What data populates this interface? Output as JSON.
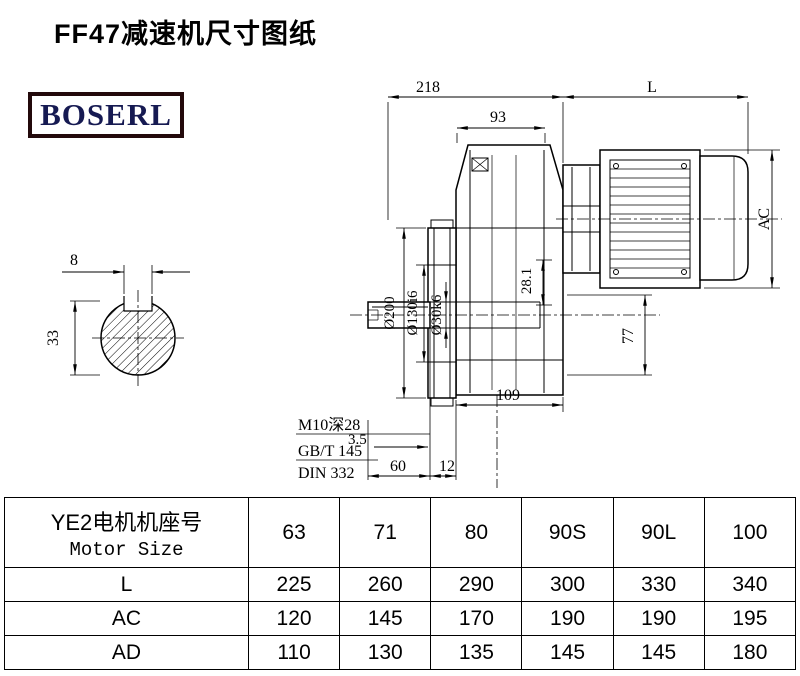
{
  "page": {
    "title": "FF47减速机尺寸图纸"
  },
  "logo": {
    "text": "BOSERL",
    "text_color": "#161a52",
    "border_color": "#23090b"
  },
  "drawing": {
    "dims": {
      "width_218": "218",
      "motor_length": "L",
      "width_93": "93",
      "motor_height": "AC",
      "key_width": "8",
      "shaft_across": "33",
      "flange_od": "Ø200",
      "spigot_dia": "Ø130i6",
      "shaft_dia": "Ø30k6",
      "dim_28_1": "28.1",
      "dim_77": "77",
      "dim_109": "109",
      "dim_3_5": "3.5",
      "dim_60": "60",
      "dim_12": "12"
    },
    "callouts": {
      "tap": "M10深28",
      "std1": "GB/T 145",
      "std2": "DIN 332"
    }
  },
  "table": {
    "header_label_cn": "YE2电机机座号",
    "header_label_en": "Motor Size",
    "sizes": [
      "63",
      "71",
      "80",
      "90S",
      "90L",
      "100"
    ],
    "rows": [
      {
        "label": "L",
        "values": [
          "225",
          "260",
          "290",
          "300",
          "330",
          "340"
        ]
      },
      {
        "label": "AC",
        "values": [
          "120",
          "145",
          "170",
          "190",
          "190",
          "195"
        ]
      },
      {
        "label": "AD",
        "values": [
          "110",
          "130",
          "135",
          "145",
          "145",
          "180"
        ]
      }
    ]
  }
}
